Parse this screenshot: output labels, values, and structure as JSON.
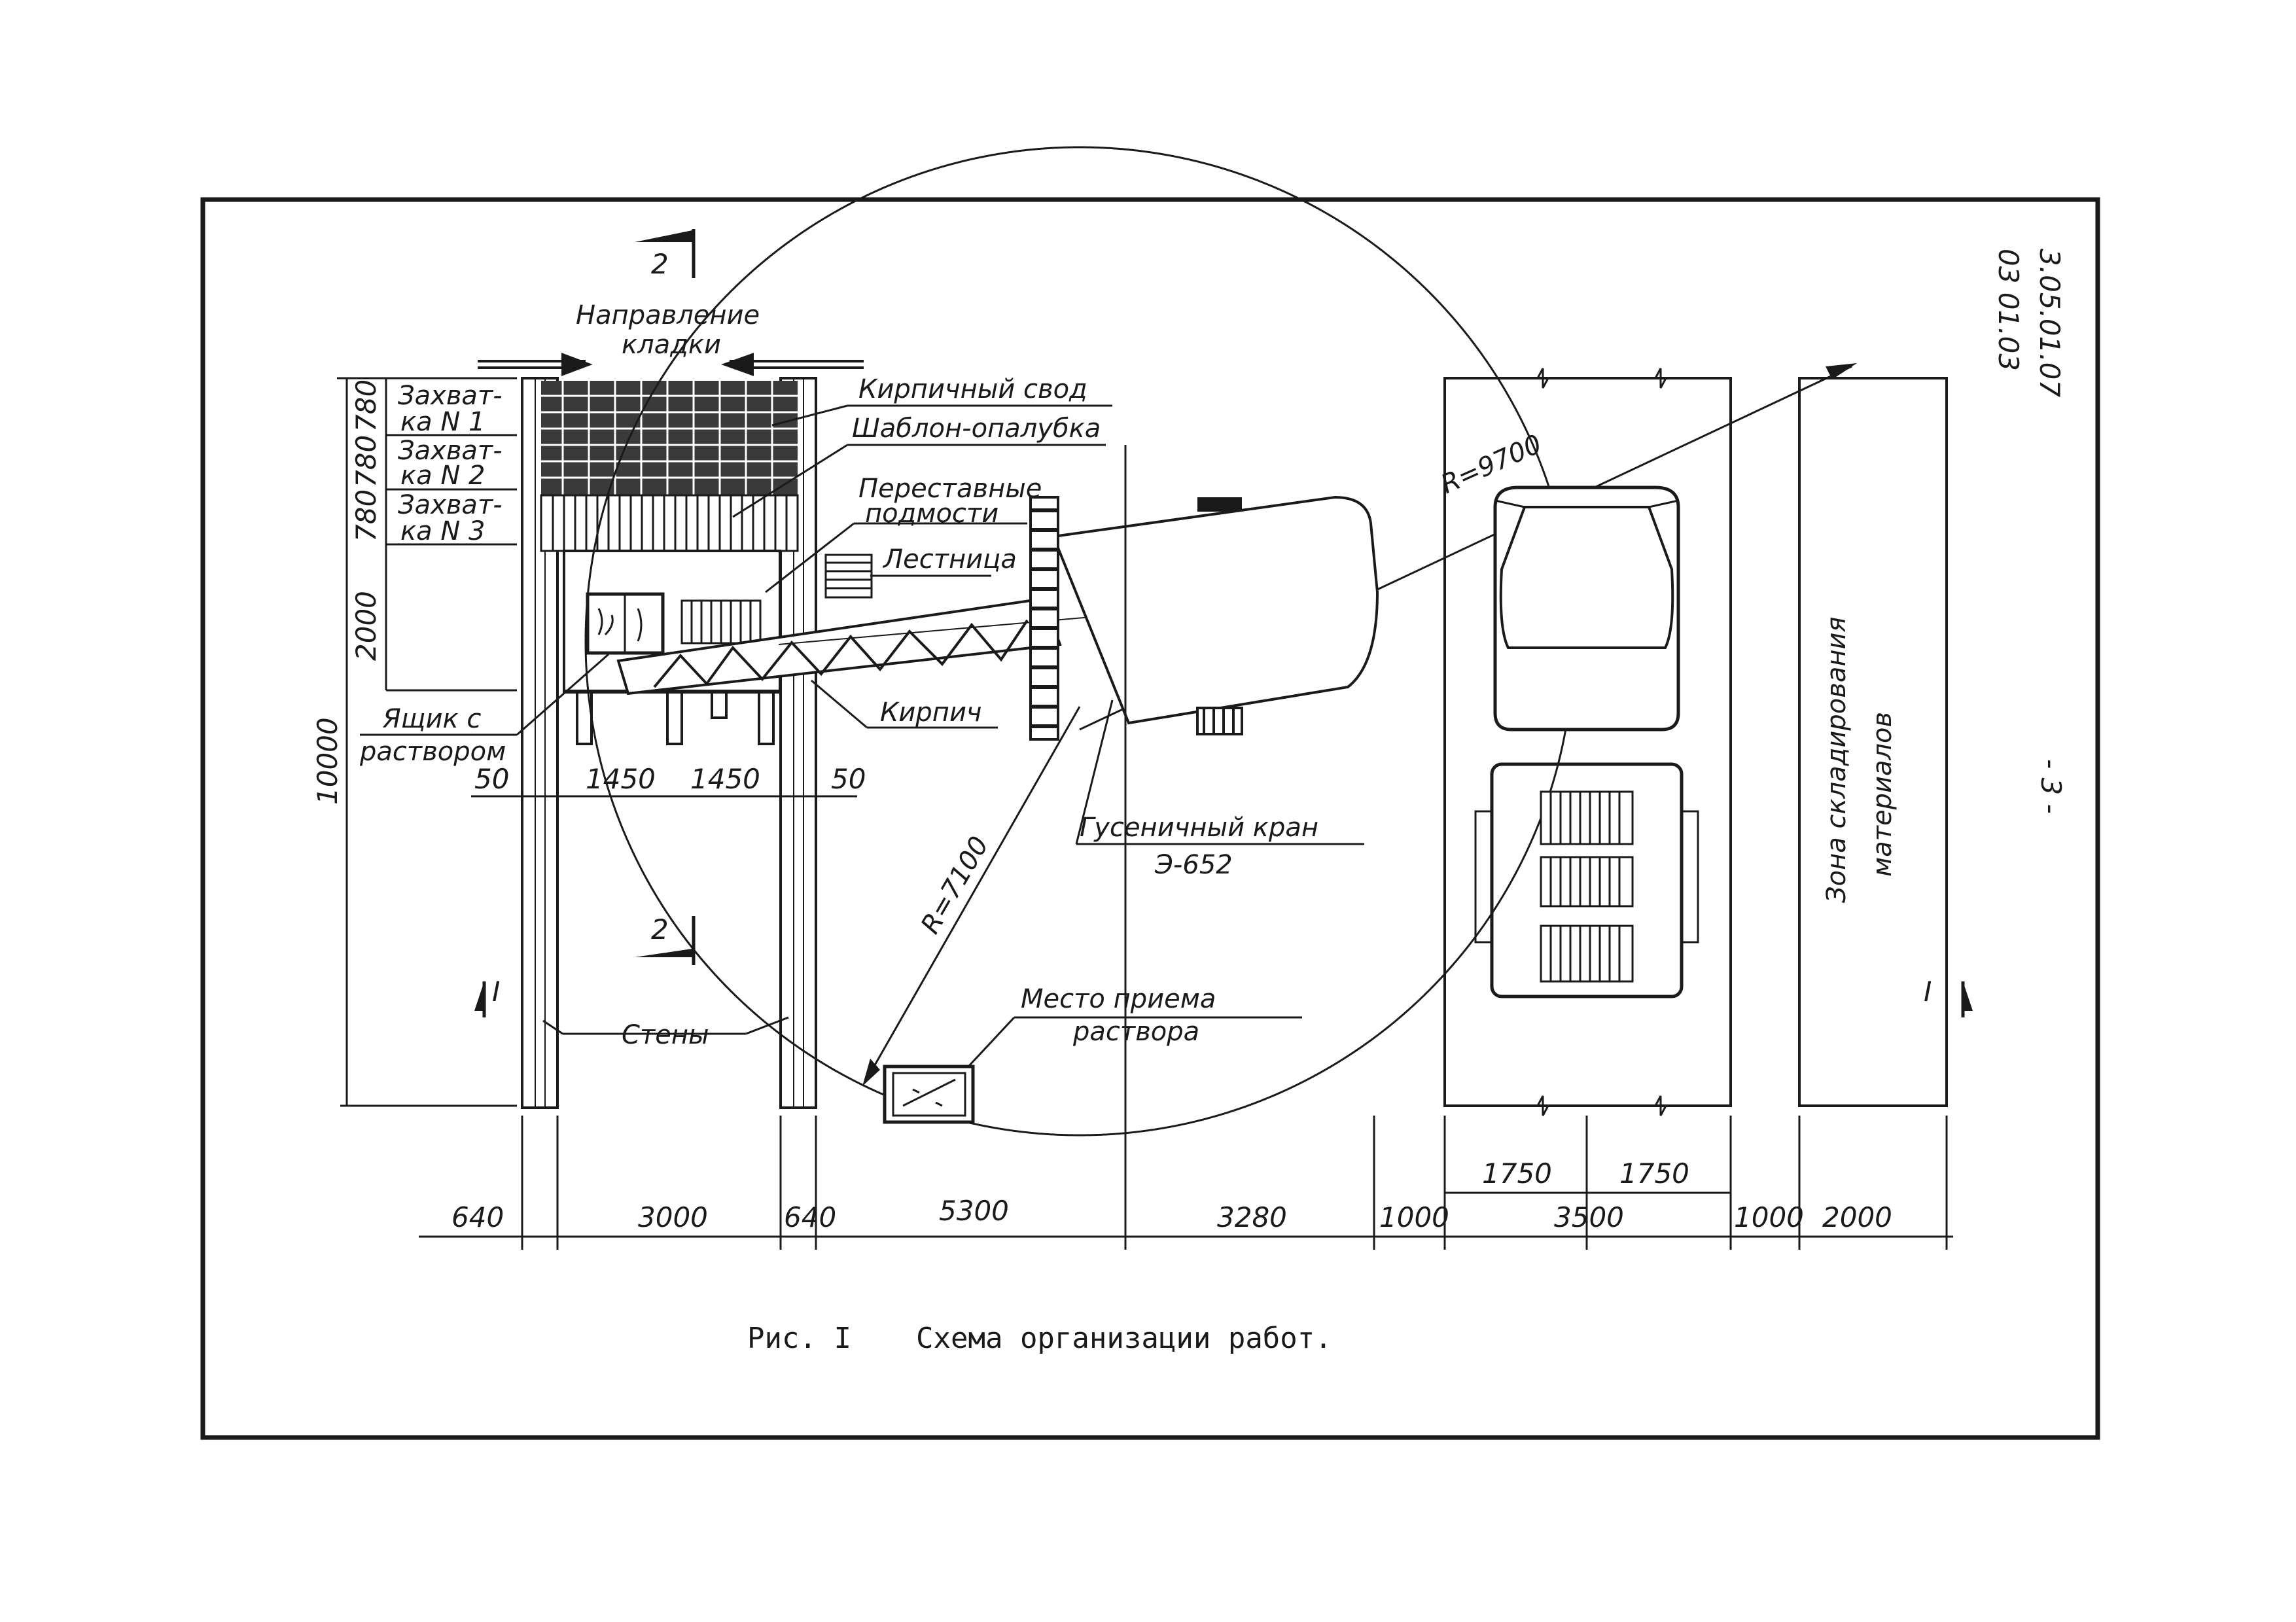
{
  "doc": {
    "code_line1": "3.05.01.07",
    "code_line2": "03 01.03",
    "page_number": "- 3 -",
    "caption_num": "Рис. I",
    "caption_text": "Схема организации работ."
  },
  "labels": {
    "direction_l1": "Направление",
    "direction_l2": "кладки",
    "zahvat1_l1": "Захват-",
    "zahvat1_l2": "ка N 1",
    "zahvat2_l1": "Захват-",
    "zahvat2_l2": "ка N 2",
    "zahvat3_l1": "Захват-",
    "zahvat3_l2": "ка N 3",
    "brick_vault": "Кирпичный свод",
    "formwork": "Шаблон-опалубка",
    "scaffold_l1": "Переставные",
    "scaffold_l2": "подмости",
    "ladder": "Лестница",
    "brick": "Кирпич",
    "box_l1": "Ящик с",
    "box_l2": "раствором",
    "crane_l1": "Гусеничный кран",
    "crane_l2": "Э-652",
    "mortar_l1": "Место приема",
    "mortar_l2": "раствора",
    "walls": "Стены",
    "storage_l1": "Зона складирования",
    "storage_l2": "материалов",
    "r_large": "R=9700",
    "r_small": "R=7100",
    "section_2": "2",
    "section_I": "I"
  },
  "dims": {
    "bottom": [
      "640",
      "3000",
      "640",
      "5300",
      "3280",
      "1000",
      "3500",
      "1000",
      "2000"
    ],
    "truck_half_left": "1750",
    "truck_half_right": "1750",
    "inner_left": "50",
    "inner_1": "1450",
    "inner_2": "1450",
    "inner_right": "50",
    "left_stack": [
      "780",
      "780",
      "780",
      "2000"
    ],
    "total_height": "10000"
  }
}
